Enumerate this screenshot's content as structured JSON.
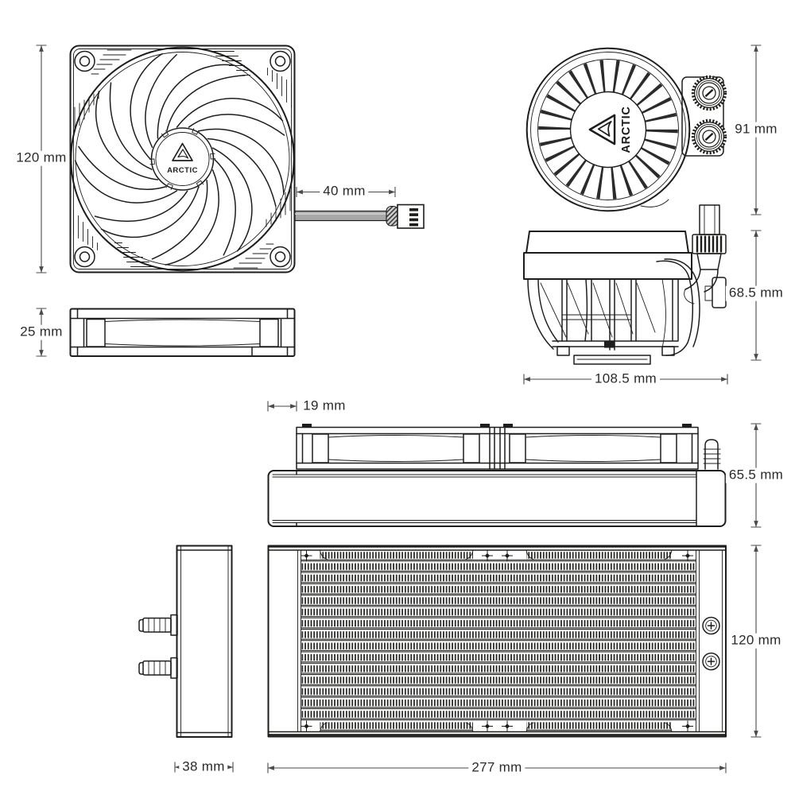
{
  "drawing": {
    "brand_logo": "ARCTIC",
    "annotations": {
      "fan_front_size": "120 mm",
      "fan_cable_length": "40 mm",
      "pump_top_width": "91 mm",
      "fan_thickness": "25 mm",
      "pump_height": "68.5 mm",
      "pump_width": "108.5 mm",
      "fan_radiator_offset": "19 mm",
      "radiator_total_height": "65.5 mm",
      "radiator_width": "120 mm",
      "radiator_thickness": "38 mm",
      "radiator_length": "277 mm"
    },
    "colors": {
      "line": "#1d1d1b",
      "dimension_line": "#4a4a4a",
      "cable_fill": "#a8a8a8",
      "background": "#ffffff"
    }
  }
}
